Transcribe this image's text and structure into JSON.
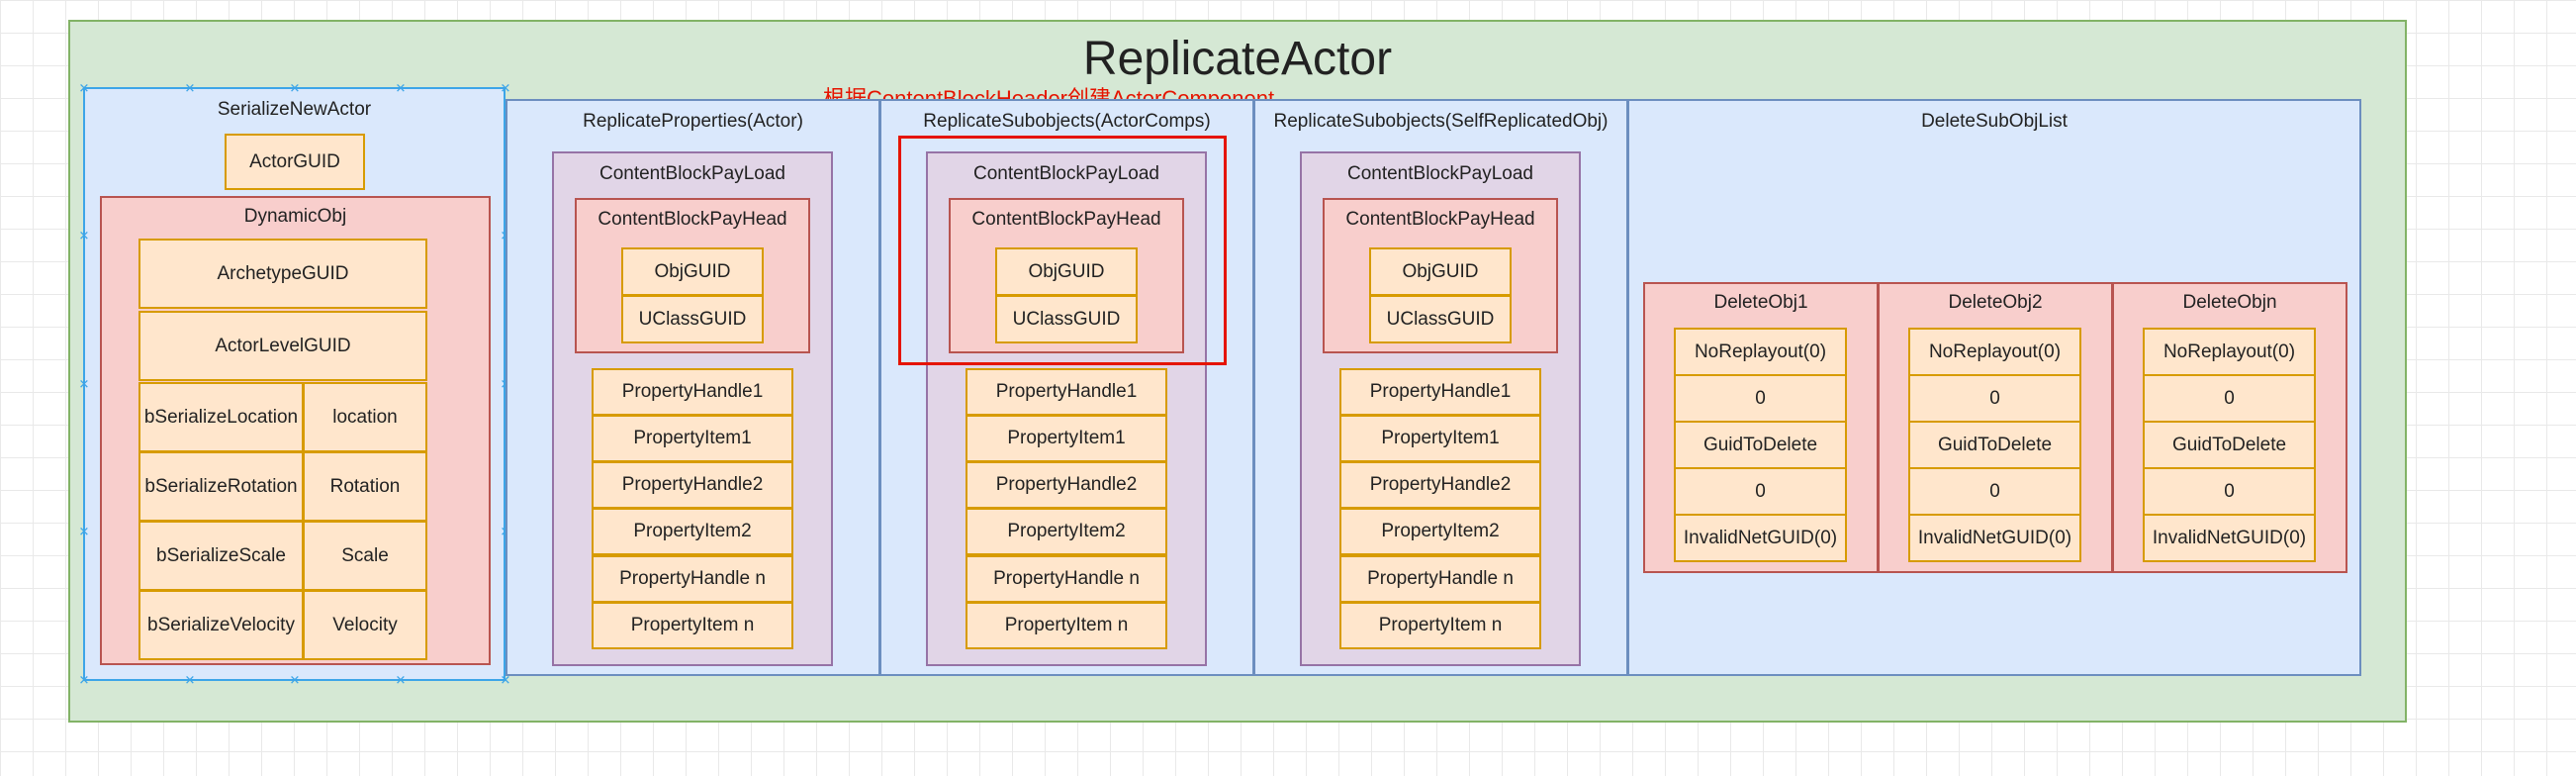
{
  "diagram": {
    "title": "ReplicateActor",
    "annotation": "根据ContentBlockHeader创建ActorComponent",
    "serialize_new_actor": {
      "title": "SerializeNewActor",
      "actor_guid": "ActorGUID",
      "dynamic_obj": {
        "title": "DynamicObj",
        "archetype_guid": "ArchetypeGUID",
        "actor_level_guid": "ActorLevelGUID",
        "rows": [
          {
            "flag": "bSerializeLocation",
            "value": "location"
          },
          {
            "flag": "bSerializeRotation",
            "value": "Rotation"
          },
          {
            "flag": "bSerializeScale",
            "value": "Scale"
          },
          {
            "flag": "bSerializeVelocity",
            "value": "Velocity"
          }
        ]
      }
    },
    "replicate_sections": [
      {
        "title": "ReplicateProperties(Actor)",
        "payload_title": "ContentBlockPayLoad",
        "head_title": "ContentBlockPayHead",
        "head_items": [
          "ObjGUID",
          "UClassGUID"
        ],
        "properties": [
          "PropertyHandle1",
          "PropertyItem1",
          "PropertyHandle2",
          "PropertyItem2",
          "PropertyHandle n",
          "PropertyItem n"
        ]
      },
      {
        "title": "ReplicateSubobjects(ActorComps)",
        "payload_title": "ContentBlockPayLoad",
        "head_title": "ContentBlockPayHead",
        "head_items": [
          "ObjGUID",
          "UClassGUID"
        ],
        "properties": [
          "PropertyHandle1",
          "PropertyItem1",
          "PropertyHandle2",
          "PropertyItem2",
          "PropertyHandle n",
          "PropertyItem n"
        ]
      },
      {
        "title": "ReplicateSubobjects(SelfReplicatedObj)",
        "payload_title": "ContentBlockPayLoad",
        "head_title": "ContentBlockPayHead",
        "head_items": [
          "ObjGUID",
          "UClassGUID"
        ],
        "properties": [
          "PropertyHandle1",
          "PropertyItem1",
          "PropertyHandle2",
          "PropertyItem2",
          "PropertyHandle n",
          "PropertyItem n"
        ]
      }
    ],
    "delete_sub_obj_list": {
      "title": "DeleteSubObjList",
      "objects": [
        {
          "title": "DeleteObj1",
          "items": [
            "NoReplayout(0)",
            "0",
            "GuidToDelete",
            "0",
            "InvalidNetGUID(0)"
          ]
        },
        {
          "title": "DeleteObj2",
          "items": [
            "NoReplayout(0)",
            "0",
            "GuidToDelete",
            "0",
            "InvalidNetGUID(0)"
          ]
        },
        {
          "title": "DeleteObjn",
          "items": [
            "NoReplayout(0)",
            "0",
            "GuidToDelete",
            "0",
            "InvalidNetGUID(0)"
          ]
        }
      ]
    }
  }
}
